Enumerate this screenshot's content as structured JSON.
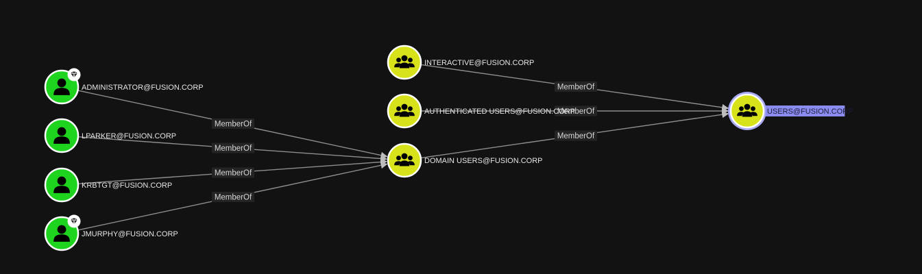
{
  "colors": {
    "background": "#121212",
    "user_node": "#1fd41f",
    "group_node": "#d8e21a",
    "node_border": "#ffffff",
    "selected_ring": "#a9aaf5",
    "selected_label_bg": "#8b8cf0",
    "edge": "#8e8e8e"
  },
  "nodes": [
    {
      "id": "administrator",
      "kind": "user",
      "icon": "user-icon",
      "label": "ADMINISTRATOR@FUSION.CORP",
      "badge": "gem-icon",
      "selected": false
    },
    {
      "id": "lparker",
      "kind": "user",
      "icon": "user-icon",
      "label": "LPARKER@FUSION.CORP",
      "badge": null,
      "selected": false
    },
    {
      "id": "krbtgt",
      "kind": "user",
      "icon": "user-icon",
      "label": "KRBTGT@FUSION.CORP",
      "badge": null,
      "selected": false
    },
    {
      "id": "jmurphy",
      "kind": "user",
      "icon": "user-icon",
      "label": "JMURPHY@FUSION.CORP",
      "badge": "gem-icon",
      "selected": false
    },
    {
      "id": "interactive",
      "kind": "group",
      "icon": "group-icon",
      "label": "INTERACTIVE@FUSION.CORP",
      "badge": null,
      "selected": false
    },
    {
      "id": "authenticated",
      "kind": "group",
      "icon": "group-icon",
      "label": "AUTHENTICATED USERS@FUSION.CORP",
      "badge": null,
      "selected": false
    },
    {
      "id": "domainusers",
      "kind": "group",
      "icon": "group-icon",
      "label": "DOMAIN USERS@FUSION.CORP",
      "badge": null,
      "selected": false
    },
    {
      "id": "users",
      "kind": "group",
      "icon": "group-icon",
      "label": "USERS@FUSION.CORP",
      "badge": null,
      "selected": true
    }
  ],
  "edges": [
    {
      "from": "administrator",
      "to": "domainusers",
      "label": "MemberOf"
    },
    {
      "from": "lparker",
      "to": "domainusers",
      "label": "MemberOf"
    },
    {
      "from": "krbtgt",
      "to": "domainusers",
      "label": "MemberOf"
    },
    {
      "from": "jmurphy",
      "to": "domainusers",
      "label": "MemberOf"
    },
    {
      "from": "interactive",
      "to": "users",
      "label": "MemberOf"
    },
    {
      "from": "authenticated",
      "to": "users",
      "label": "MemberOf"
    },
    {
      "from": "domainusers",
      "to": "users",
      "label": "MemberOf"
    }
  ]
}
